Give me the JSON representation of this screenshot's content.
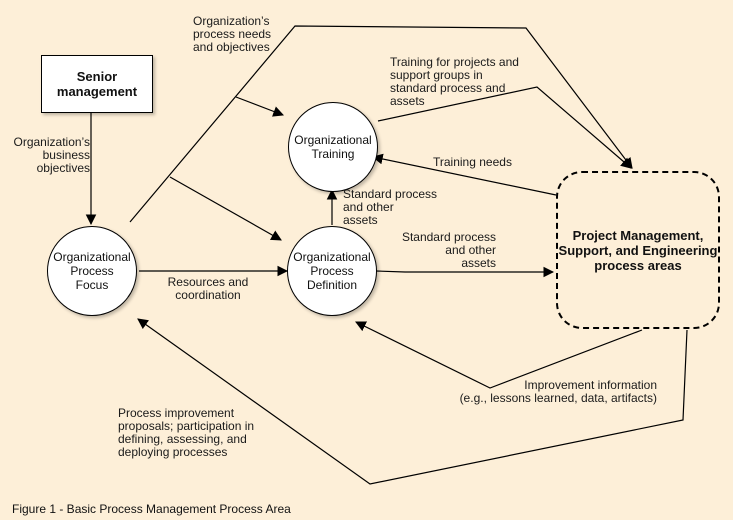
{
  "colors": {
    "background": "#fdefd8",
    "node_fill": "#ffffff",
    "stroke": "#000000"
  },
  "nodes": {
    "senior_management": "Senior\nmanagement",
    "org_training": "Organizational\nTraining",
    "org_process_focus": "Organizational\nProcess\nFocus",
    "org_process_definition": "Organizational\nProcess\nDefinition",
    "project_areas": "Project Management,\nSupport, and Engineering\nprocess areas"
  },
  "edge_labels": {
    "process_needs": "Organization’s\nprocess needs\nand objectives",
    "business_objectives": "Organization’s\nbusiness\nobjectives",
    "training_for_projects": "Training for projects and\nsupport groups in\nstandard process and\nassets",
    "training_needs": "Training needs",
    "std_process_up": "Standard process\nand other\nassets",
    "std_process_right": "Standard process\nand other\nassets",
    "resources": "Resources and\ncoordination",
    "improvement_info": "Improvement information\n(e.g., lessons learned, data, artifacts)",
    "process_improvement": "Process improvement\nproposals; participation in\ndefining, assessing, and\ndeploying processes"
  },
  "caption": "Figure 1 - Basic Process Management Process Area"
}
